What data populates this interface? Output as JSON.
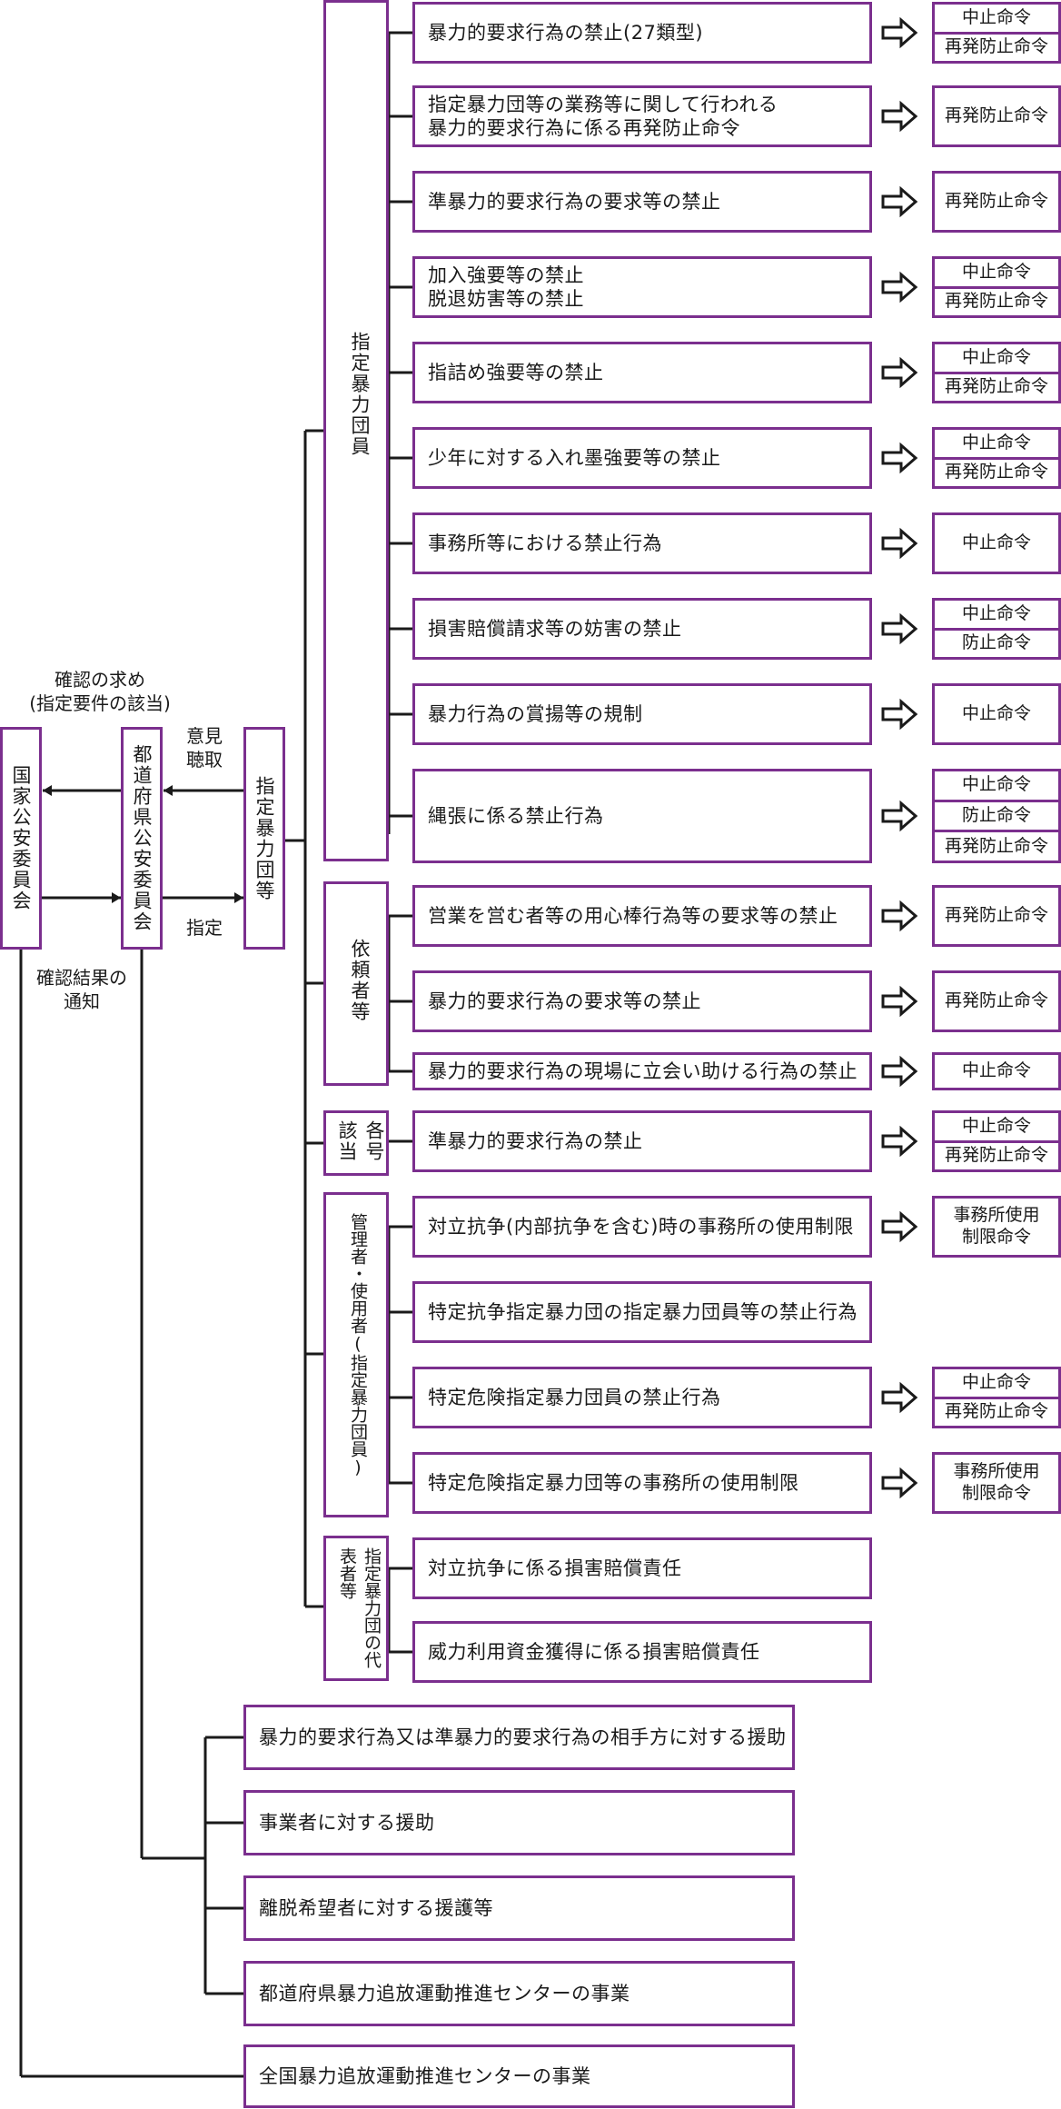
{
  "left": {
    "national": "国家公安委員会",
    "prefectural": "都道府県公安委員会",
    "designated": "指定暴力団等",
    "label_confirm_request": "確認の求め\n(指定要件の該当)",
    "label_opinion": "意見\n聴取",
    "label_designation": "指定",
    "label_result_notice": "確認結果の\n通知"
  },
  "groups": [
    {
      "label": "指定暴力団員"
    },
    {
      "label": "依頼者等"
    },
    {
      "label": "各号\n該当"
    },
    {
      "label": "管理者・使用者(指定暴力団員)"
    },
    {
      "label": "指定暴力団の代表者等"
    }
  ],
  "rows": [
    {
      "text": "暴力的要求行為の禁止(27類型)",
      "orders": [
        "中止命令",
        "再発防止命令"
      ]
    },
    {
      "text": "指定暴力団等の業務等に関して行われる\n暴力的要求行為に係る再発防止命令",
      "orders": [
        "再発防止命令"
      ]
    },
    {
      "text": "準暴力的要求行為の要求等の禁止",
      "orders": [
        "再発防止命令"
      ]
    },
    {
      "text": "加入強要等の禁止\n脱退妨害等の禁止",
      "orders": [
        "中止命令",
        "再発防止命令"
      ]
    },
    {
      "text": "指詰め強要等の禁止",
      "orders": [
        "中止命令",
        "再発防止命令"
      ]
    },
    {
      "text": "少年に対する入れ墨強要等の禁止",
      "orders": [
        "中止命令",
        "再発防止命令"
      ]
    },
    {
      "text": "事務所等における禁止行為",
      "orders": [
        "中止命令"
      ]
    },
    {
      "text": "損害賠償請求等の妨害の禁止",
      "orders": [
        "中止命令",
        "防止命令"
      ]
    },
    {
      "text": "暴力行為の賞揚等の規制",
      "orders": [
        "中止命令"
      ]
    },
    {
      "text": "縄張に係る禁止行為",
      "orders": [
        "中止命令",
        "防止命令",
        "再発防止命令"
      ]
    },
    {
      "text": "営業を営む者等の用心棒行為等の要求等の禁止",
      "orders": [
        "再発防止命令"
      ]
    },
    {
      "text": "暴力的要求行為の要求等の禁止",
      "orders": [
        "再発防止命令"
      ]
    },
    {
      "text": "暴力的要求行為の現場に立会い助ける行為の禁止",
      "orders": [
        "中止命令"
      ]
    },
    {
      "text": "準暴力的要求行為の禁止",
      "orders": [
        "中止命令",
        "再発防止命令"
      ]
    },
    {
      "text": "対立抗争(内部抗争を含む)時の事務所の使用制限",
      "orders": [
        "事務所使用\n制限命令"
      ]
    },
    {
      "text": "特定抗争指定暴力団の指定暴力団員等の禁止行為",
      "orders": []
    },
    {
      "text": "特定危険指定暴力団員の禁止行為",
      "orders": [
        "中止命令",
        "再発防止命令"
      ]
    },
    {
      "text": "特定危険指定暴力団等の事務所の使用制限",
      "orders": [
        "事務所使用\n制限命令"
      ]
    },
    {
      "text": "対立抗争に係る損害賠償責任",
      "orders": []
    },
    {
      "text": "威力利用資金獲得に係る損害賠償責任",
      "orders": []
    }
  ],
  "support": [
    "暴力的要求行為又は準暴力的要求行為の相手方に対する援助",
    "事業者に対する援助",
    "離脱希望者に対する援護等",
    "都道府県暴力追放運動推進センターの事業"
  ],
  "national_center": "全国暴力追放運動推進センターの事業",
  "colors": {
    "border": "#7b2f8e",
    "line": "#1a1a1a",
    "text": "#1a1a1a"
  }
}
